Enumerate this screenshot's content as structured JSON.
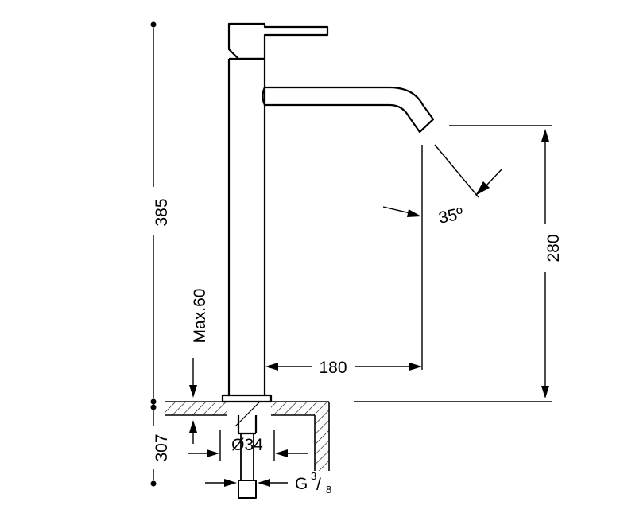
{
  "dimensions": {
    "total_height": "385",
    "spout_height": "280",
    "spout_reach": "180",
    "spout_angle": "35º",
    "max_deck_thickness": "Max.60",
    "below_deck": "307",
    "base_diameter": "Ø34",
    "connection_thread": "G",
    "thread_num": "3",
    "thread_den": "8"
  },
  "icons": {
    "faucet": "faucet-drawing-icon",
    "counter": "countertop-hatch-icon"
  }
}
